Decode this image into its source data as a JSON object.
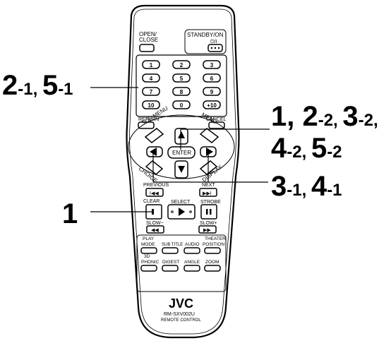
{
  "remote": {
    "open_close": "OPEN/\nCLOSE",
    "standby_on": "STANDBY/ON",
    "power_symbol": "⏻/I",
    "numbers": [
      "1",
      "2",
      "3",
      "4",
      "5",
      "6",
      "7",
      "8",
      "9",
      "10",
      "0",
      "+10"
    ],
    "return": "RETURN",
    "cancel": "CANCEL",
    "top_menu": "TOP MENU",
    "menu": "MENU",
    "enter": "ENTER",
    "choice": "CHOICE",
    "display": "DISPLAY",
    "previous": "PREVIOUS",
    "next": "NEXT",
    "clear": "CLEAR",
    "select": "SELECT",
    "strobe": "STROBE",
    "slow_minus": "SLOW−",
    "slow_plus": "SLOW+",
    "play_mode": "PLAY\nMODE",
    "subtitle": "SUB TITLE",
    "audio": "AUDIO",
    "theater_position": "THEATER\nPOSITION",
    "3d_phonic": "3D\nPHONIC",
    "digest": "DIGEST",
    "angle": "ANGLE",
    "zoom": "ZOOM",
    "brand": "JVC",
    "model": "RM-SXV002U",
    "remote_control": "REMOTE CONTROL"
  },
  "callouts": {
    "c1": [
      {
        "t": "2",
        "s": "big"
      },
      {
        "t": "-1, ",
        "s": "small"
      },
      {
        "t": "5",
        "s": "big"
      },
      {
        "t": "-1",
        "s": "small"
      }
    ],
    "c2": [
      {
        "t": "1, 2",
        "s": "big"
      },
      {
        "t": "-2, ",
        "s": "small"
      },
      {
        "t": "3",
        "s": "big"
      },
      {
        "t": "-2,",
        "s": "small"
      }
    ],
    "c3": [
      {
        "t": "4",
        "s": "big"
      },
      {
        "t": "-2, ",
        "s": "small"
      },
      {
        "t": "5",
        "s": "big"
      },
      {
        "t": "-2",
        "s": "small"
      }
    ],
    "c4": [
      {
        "t": "3",
        "s": "big"
      },
      {
        "t": "-1, ",
        "s": "small"
      },
      {
        "t": "4",
        "s": "big"
      },
      {
        "t": "-1",
        "s": "small"
      }
    ],
    "c5": [
      {
        "t": "1",
        "s": "big"
      }
    ]
  }
}
